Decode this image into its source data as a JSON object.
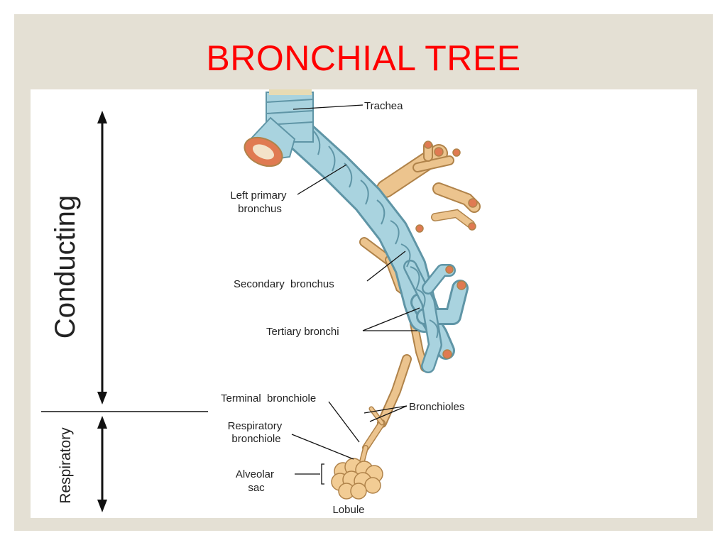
{
  "slide": {
    "title": "BRONCHIAL TREE",
    "colors": {
      "title": "#ff0000",
      "frame": "#e4e0d4",
      "panel": "#ffffff",
      "cartilage": "#a9d3df",
      "cartilage_edge": "#5f95a6",
      "airway": "#ecc48e",
      "airway_edge": "#b0834a",
      "cut_end": "#e07a52",
      "alveoli": "#f2cc94"
    }
  },
  "diagram": {
    "zones": {
      "conducting": "Conducting",
      "respiratory": "Respiratory"
    },
    "labels": {
      "trachea": "Trachea",
      "left_primary_bronchus": [
        "Left primary",
        "bronchus"
      ],
      "secondary_bronchus": "Secondary  bronchus",
      "tertiary_bronchi": "Tertiary bronchi",
      "terminal_bronchiole": "Terminal  bronchiole",
      "bronchioles": "Bronchioles",
      "respiratory_bronchiole": [
        "Respiratory",
        "bronchiole"
      ],
      "alveolar_sac": [
        "Alveolar",
        "sac"
      ],
      "lobule": "Lobule"
    }
  }
}
